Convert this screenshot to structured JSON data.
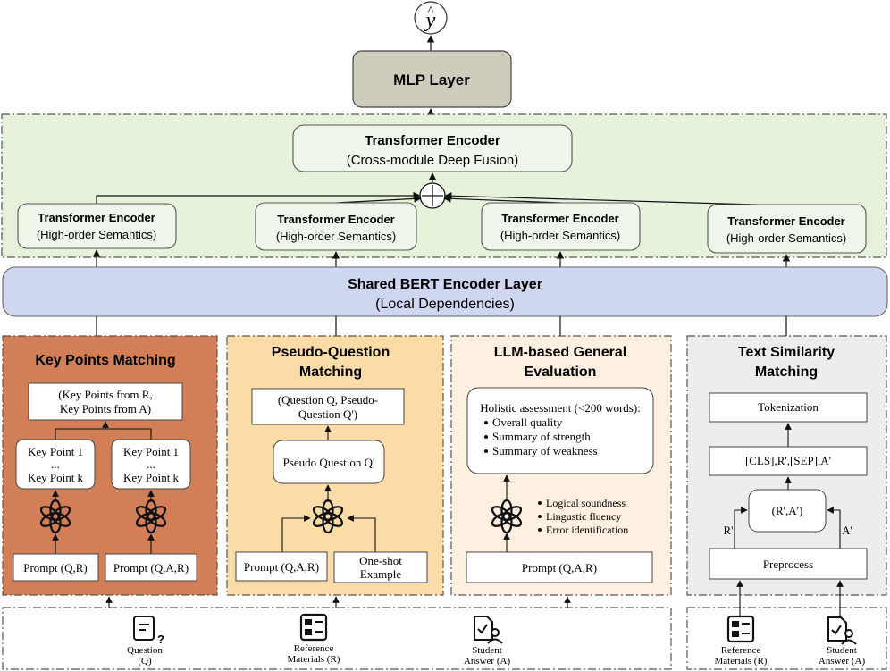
{
  "output": {
    "symbol": "y",
    "hat": "^"
  },
  "mlp": {
    "label": "MLP Layer"
  },
  "fusion": {
    "title": "Transformer Encoder",
    "subtitle": "(Cross-module  Deep Fusion)",
    "operator": "+"
  },
  "semantic_encoders": [
    {
      "title": "Transformer Encoder",
      "subtitle": "(High-order Semantics)"
    },
    {
      "title": "Transformer Encoder",
      "subtitle": "(High-order Semantics)"
    },
    {
      "title": "Transformer Encoder",
      "subtitle": "(High-order Semantics)"
    },
    {
      "title": "Transformer Encoder",
      "subtitle": "(High-order Semantics)"
    }
  ],
  "bert": {
    "title": "Shared BERT Encoder Layer",
    "subtitle": "(Local Dependencies)"
  },
  "modules": {
    "key_points": {
      "title": "Key Points Matching",
      "summary_line1": "(Key Points from R,",
      "summary_line2": "Key Points from A)",
      "left_kp": [
        "Key Point 1",
        "...",
        "Key Point k"
      ],
      "right_kp": [
        "Key Point 1",
        "...",
        "Key Point k"
      ],
      "prompt_left": "Prompt (Q,R)",
      "prompt_right": "Prompt (Q,A,R)"
    },
    "pseudo_question": {
      "title_line1": "Pseudo-Question",
      "title_line2": "Matching",
      "summary_line1": "(Question Q, Pseudo-",
      "summary_line2": "Question Q')",
      "pseudo_box": "Pseudo Question Q'",
      "prompt": "Prompt (Q,A,R)",
      "oneshot_line1": "One-shot",
      "oneshot_line2": "Example"
    },
    "llm_eval": {
      "title_line1": "LLM-based General",
      "title_line2": "Evaluation",
      "assessment_title": "Holistic assessment (<200 words):",
      "assessment_items": [
        "Overall quality",
        "Summary of strength",
        "Summary of weakness"
      ],
      "criteria": [
        "Logical soundness",
        "Lingustic fluency",
        "Error identification"
      ],
      "prompt": "Prompt (Q,A,R)"
    },
    "text_similarity": {
      "title_line1": "Text Similarity",
      "title_line2": "Matching",
      "tokenization": "Tokenization",
      "cls_sequence": "[CLS],R',[SEP],A'",
      "pair": "(R',A')",
      "r_label": "R'",
      "a_label": "A'",
      "preprocess": "Preprocess"
    }
  },
  "inputs_left": [
    {
      "icon": "question-icon",
      "line1": "Question",
      "line2": "(Q)"
    },
    {
      "icon": "reference-icon",
      "line1": "Reference",
      "line2": "Materials (R)"
    },
    {
      "icon": "student-icon",
      "line1": "Student",
      "line2": "Answer (A)"
    }
  ],
  "inputs_right": [
    {
      "icon": "reference-icon",
      "line1": "Reference",
      "line2": "Materials (R)"
    },
    {
      "icon": "student-icon",
      "line1": "Student",
      "line2": "Answer (A)"
    }
  ],
  "colors": {
    "fusion_bg": "#e6f2dc",
    "encoder_box": "#eef7ea",
    "bert": "#cfd6f0",
    "mlp": "#cfcbbd",
    "key_points_bg": "#d27f58",
    "pseudo_bg": "#fbdca7",
    "llm_bg": "#fdf0e0",
    "similarity_bg": "#ededed"
  }
}
